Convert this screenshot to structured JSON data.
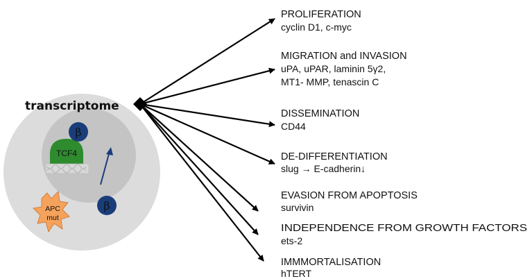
{
  "cell": {
    "label": "transcriptome",
    "tcf_label": "TCF4",
    "beta_symbol": "β",
    "apc_line1": "APC",
    "apc_line2": "mut"
  },
  "outcomes": [
    {
      "title": "PROLIFERATION",
      "lines": [
        "cyclin D1, c-myc"
      ]
    },
    {
      "title": "MIGRATION and INVASION",
      "lines": [
        "uPA, uPAR, laminin 5γ2,",
        "MT1- MMP, tenascin C"
      ]
    },
    {
      "title": "DISSEMINATION",
      "lines": [
        "CD44"
      ]
    },
    {
      "title": "DE-DIFFERENTIATION",
      "lines": [
        "slug → E-cadherin↓"
      ]
    },
    {
      "title": "EVASION FROM APOPTOSIS",
      "lines": [
        "survivin"
      ]
    },
    {
      "title": "INDEPENDENCE FROM GROWTH FACTORS",
      "lines": [
        "ets-2"
      ]
    },
    {
      "title": "IMMMORTALISATION",
      "lines": [
        "hTERT"
      ]
    }
  ],
  "colors": {
    "outer_cell": "#dcdcdc",
    "nucleus": "#c4c4c4",
    "beta_catenin": "#1a3d7a",
    "tcf4": "#2e8b2e",
    "apc": "#f5a35c",
    "arrow": "#000000"
  }
}
